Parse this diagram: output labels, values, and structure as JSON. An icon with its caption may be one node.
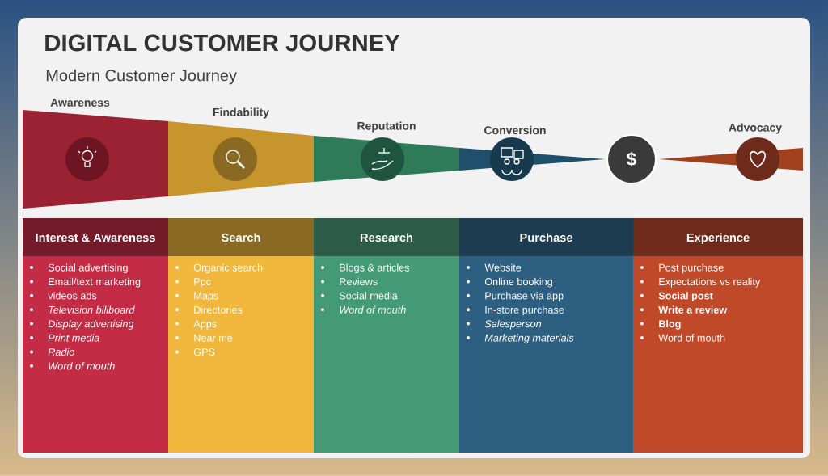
{
  "diagram": {
    "title": "DIGITAL CUSTOMER JOURNEY",
    "nodes": [
      {
        "text": [
          "Awareness"
        ]
      },
      {
        "text": [
          "Findability"
        ]
      },
      {
        "text": [
          "Reputation"
        ]
      },
      {
        "text": [
          "Conversion"
        ]
      },
      {
        "text": [
          "$"
        ]
      },
      {
        "text": [
          "Advocacy"
        ]
      },
      {
        "text": [
          "Interest & Awareness",
          "Social advertising",
          "Email/text marketing",
          "videos ads",
          "*Television billboard*",
          "*Display advertising*",
          "*Print media*",
          "*Radio*",
          "*Word of mouth*"
        ]
      },
      {
        "text": [
          "Search",
          "Organic search",
          "Ppc",
          "Maps",
          "Directories",
          "Apps",
          "Near me",
          "GPS"
        ]
      },
      {
        "text": [
          "Research",
          "Blogs & articles",
          "Reviews",
          "Social media",
          "*Word of mouth*"
        ]
      },
      {
        "text": [
          "Purchase",
          "Website",
          "Online booking",
          "Purchase via app",
          "In-store purchase",
          "*Salesperson*",
          "*Marketing materials*"
        ]
      },
      {
        "text": [
          "Experience",
          "Post purchase",
          "Expectations vs reality",
          "**Social post**",
          "**Write a review**",
          "**Blog**",
          "Word of mouth"
        ]
      }
    ],
    "labels": [
      "Modern Customer Journey"
    ]
  }
}
